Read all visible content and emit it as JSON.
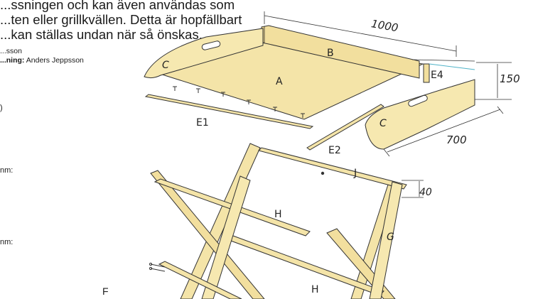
{
  "intro": {
    "line1": "...ssningen och kan även användas som",
    "line2": "...ten eller grillkvällen. Detta är hopfällbart",
    "line3": "...kan ställas undan när så önskas."
  },
  "credits": {
    "line1": "...sson",
    "line2_label": "...ning:",
    "line2_value": " Anders Jeppsson"
  },
  "side_text": {
    "paren": ")",
    "mm1": "nm:",
    "mm2": "nm:"
  },
  "parts": {
    "A": "A",
    "B": "B",
    "C_left": "C",
    "C_right": "C",
    "E1": "E1",
    "E2": "E2",
    "E4": "E4",
    "F": "F",
    "G": "G",
    "H_upper": "H",
    "H_lower": "H",
    "J": "J"
  },
  "dimensions": {
    "length": "1000",
    "width": "700",
    "height": "150",
    "leg_height": "40"
  },
  "colors": {
    "wood": "#f4e4a8",
    "wood_dark": "#e9d38a",
    "outline": "#333333",
    "accent_line": "#4fb3c8"
  }
}
